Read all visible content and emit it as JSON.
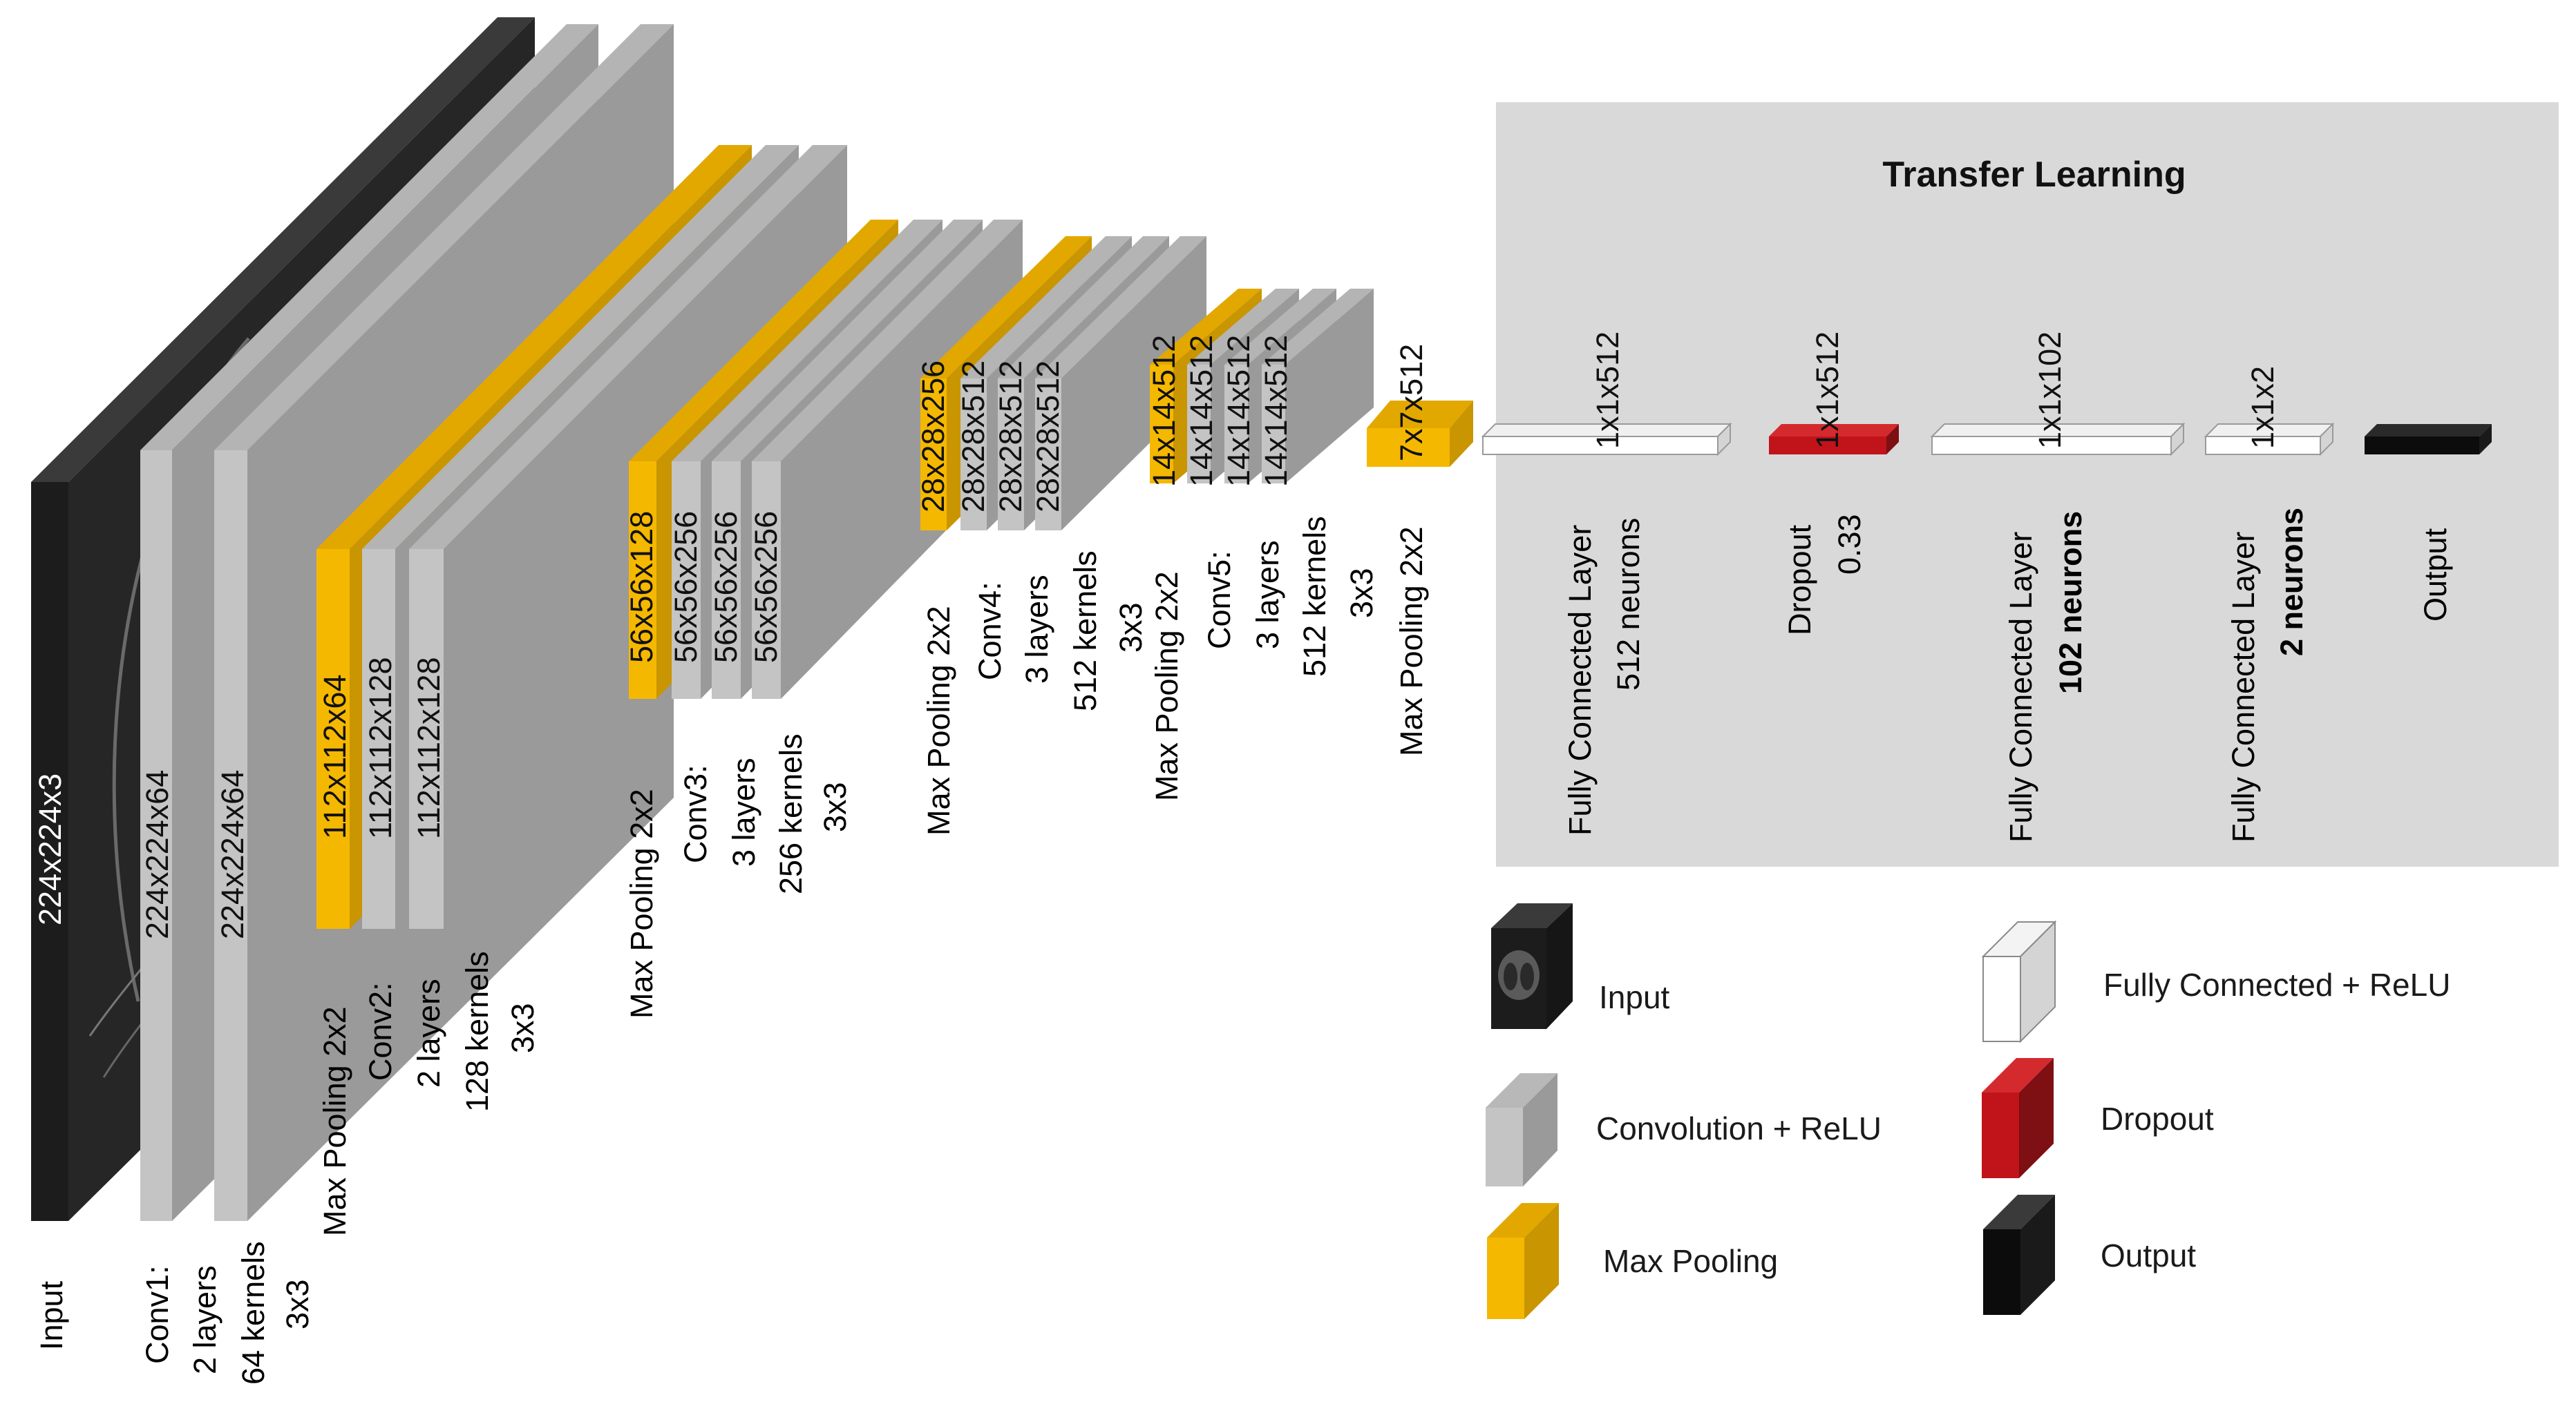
{
  "title": "Transfer Learning",
  "colors": {
    "input_front": "#1c1c1c",
    "conv_front": "#c4c4c4",
    "conv_side": "#9a9a9a",
    "conv_top": "#b4b4b4",
    "pool_front": "#f5b800",
    "pool_side": "#c99500",
    "pool_top": "#e2a800",
    "fc_front": "#ffffff",
    "fc_side": "#d4d4d4",
    "dropout_front": "#c0141a",
    "dropout_side": "#7e0f12",
    "output_front": "#0c0c0c",
    "panel_bg": "#d9d9d9"
  },
  "stages": {
    "input": {
      "dim": "224x224x3",
      "label": [
        "Input"
      ]
    },
    "conv1": {
      "dims": [
        "224x224x64",
        "224x224x64"
      ],
      "label": [
        "Conv1:",
        "2 layers",
        "64 kernels",
        "3x3"
      ]
    },
    "pool1": {
      "dim": "112x112x64",
      "label": [
        "Max Pooling 2x2"
      ]
    },
    "conv2": {
      "dims": [
        "112x112x128",
        "112x112x128"
      ],
      "label": [
        "Conv2:",
        "2 layers",
        "128 kernels",
        "3x3"
      ]
    },
    "pool2": {
      "dim": "56x56x128",
      "label": [
        "Max Pooling 2x2"
      ]
    },
    "conv3": {
      "dims": [
        "56x56x256",
        "56x56x256",
        "56x56x256"
      ],
      "label": [
        "Conv3:",
        "3 layers",
        "256 kernels",
        "3x3"
      ]
    },
    "pool3": {
      "dim": "28x28x256",
      "label": [
        "Max Pooling 2x2"
      ]
    },
    "conv4": {
      "dims": [
        "28x28x512",
        "28x28x512",
        "28x28x512"
      ],
      "label": [
        "Conv4:",
        "3 layers",
        "512 kernels",
        "3x3"
      ]
    },
    "pool4": {
      "dim": "14x14x512",
      "label": [
        "Max Pooling 2x2"
      ]
    },
    "conv5": {
      "dims": [
        "14x14x512",
        "14x14x512",
        "14x14x512"
      ],
      "label": [
        "Conv5:",
        "3 layers",
        "512 kernels",
        "3x3"
      ]
    },
    "pool5": {
      "dim": "7x7x512",
      "label": [
        "Max Pooling 2x2"
      ]
    }
  },
  "transfer": {
    "fc1": {
      "dim": "1x1x512",
      "label": "Fully Connected Layer",
      "sub": "512 neurons",
      "sub_bold": false
    },
    "dropout": {
      "dim": "1x1x512",
      "label": "Dropout",
      "sub": "0.33",
      "sub_bold": false
    },
    "fc2": {
      "dim": "1x1x102",
      "label": "Fully Connected Layer",
      "sub": "102 neurons",
      "sub_bold": true
    },
    "fc3": {
      "dim": "1x1x2",
      "label": "Fully Connected Layer",
      "sub": "2 neurons",
      "sub_bold": true
    },
    "output": {
      "label": "Output"
    }
  },
  "legend": {
    "input": "Input",
    "conv": "Convolution + ReLU",
    "pool": "Max Pooling",
    "fc": "Fully Connected + ReLU",
    "dropout": "Dropout",
    "output": "Output"
  }
}
